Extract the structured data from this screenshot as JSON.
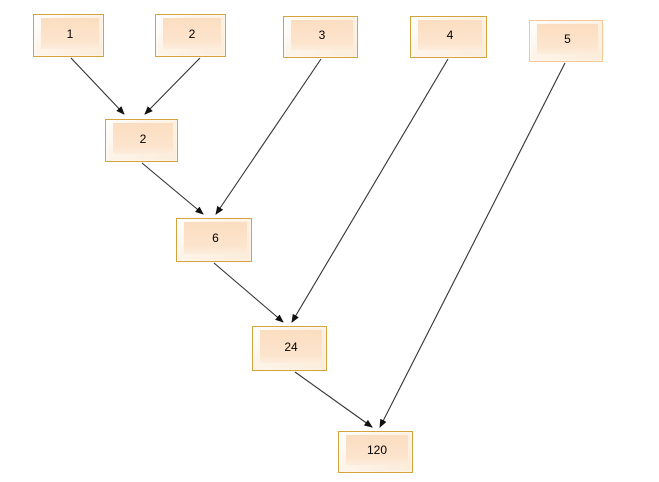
{
  "diagram": {
    "type": "tree",
    "nodes": [
      {
        "id": "leaf-1",
        "label": "1"
      },
      {
        "id": "leaf-2",
        "label": "2"
      },
      {
        "id": "leaf-3",
        "label": "3"
      },
      {
        "id": "leaf-4",
        "label": "4"
      },
      {
        "id": "leaf-5",
        "label": "5"
      },
      {
        "id": "prod-2",
        "label": "2"
      },
      {
        "id": "prod-6",
        "label": "6"
      },
      {
        "id": "prod-24",
        "label": "24"
      },
      {
        "id": "prod-120",
        "label": "120"
      }
    ],
    "edges": [
      {
        "from": "leaf-1",
        "to": "prod-2"
      },
      {
        "from": "leaf-2",
        "to": "prod-2"
      },
      {
        "from": "prod-2",
        "to": "prod-6"
      },
      {
        "from": "leaf-3",
        "to": "prod-6"
      },
      {
        "from": "prod-6",
        "to": "prod-24"
      },
      {
        "from": "leaf-4",
        "to": "prod-24"
      },
      {
        "from": "prod-24",
        "to": "prod-120"
      },
      {
        "from": "leaf-5",
        "to": "prod-120"
      }
    ],
    "colors": {
      "node_border": "#d5a33e",
      "node_border_light": "#f3c795",
      "node_fill_outer": "#fdf4e9",
      "node_fill_inner": "#fbdec1",
      "edge_stroke": "#333333",
      "arrowhead": "#111111",
      "background": "#ffffff"
    }
  }
}
